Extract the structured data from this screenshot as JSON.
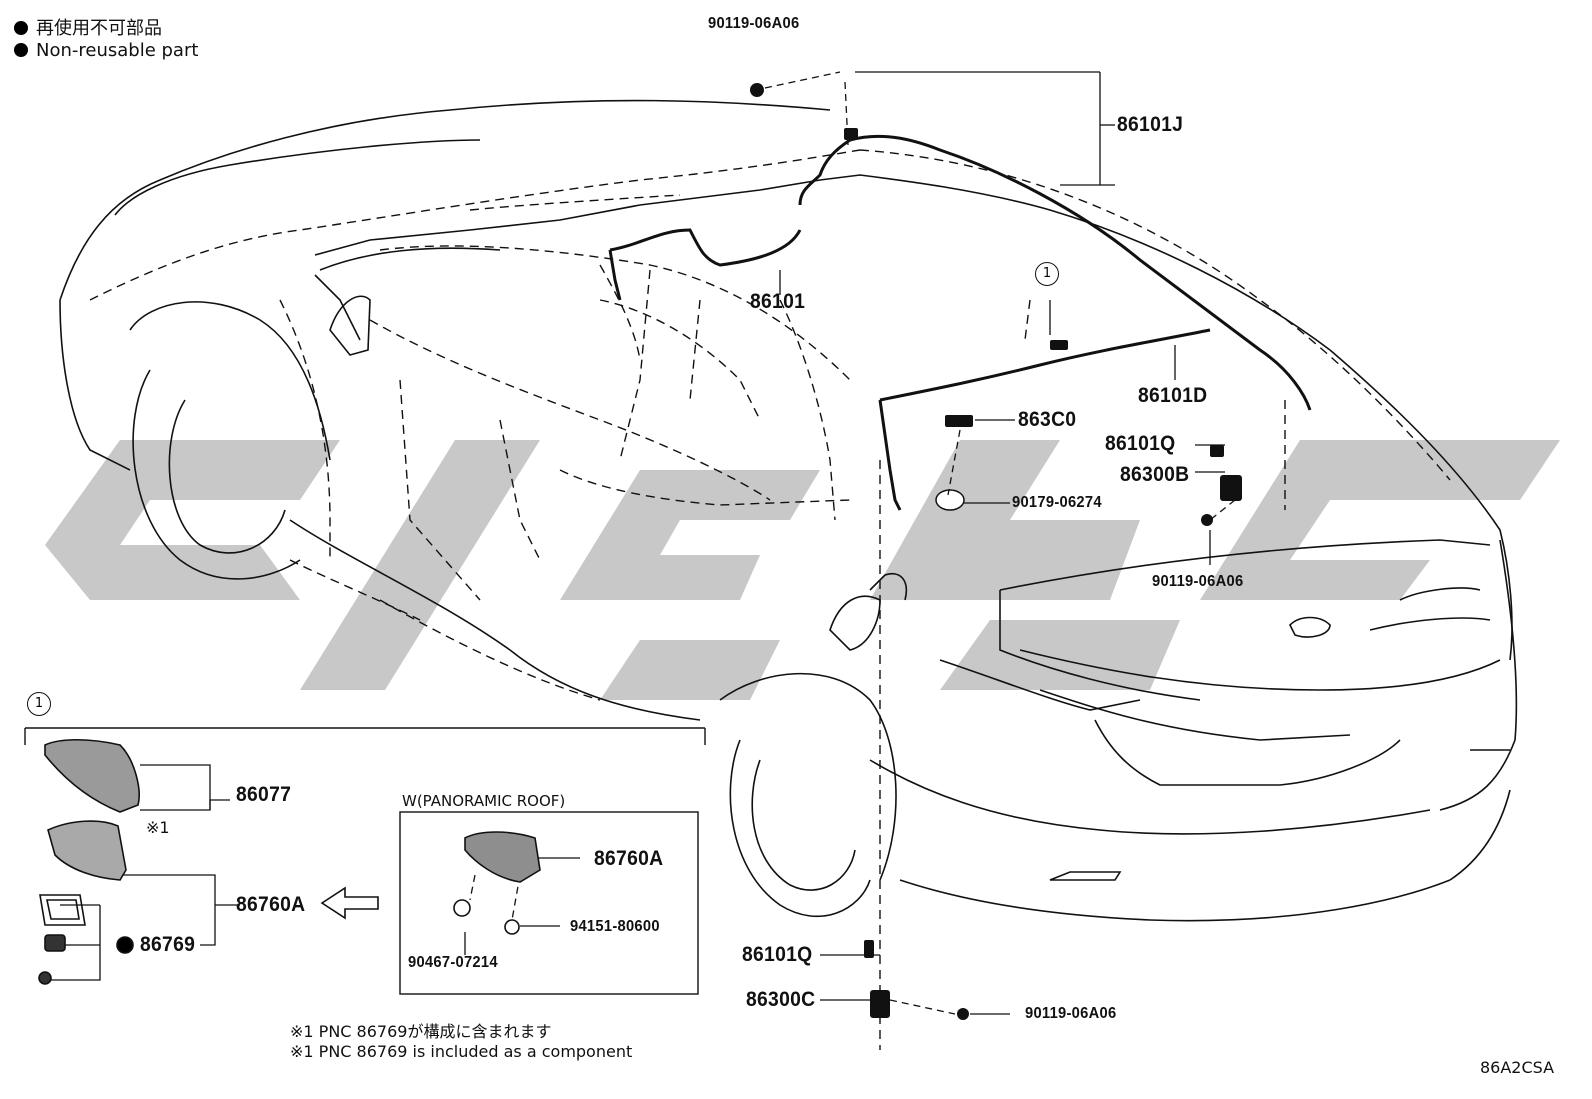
{
  "legend": {
    "jp": "再使用不可部品",
    "en": "Non-reusable part"
  },
  "parts": {
    "p_90119_top": "90119-06A06",
    "p_86101J": "86101J",
    "p_86101": "86101",
    "p_86101D": "86101D",
    "p_863C0": "863C0",
    "p_86101Q_right": "86101Q",
    "p_86300B": "86300B",
    "p_90179": "90179-06274",
    "p_90119_mid": "90119-06A06",
    "p_86077": "86077",
    "p_86760A_left": "86760A",
    "p_86769": "86769",
    "p_86760A_box": "86760A",
    "p_94151": "94151-80600",
    "p_90467": "90467-07214",
    "p_86101Q_bottom": "86101Q",
    "p_86300C": "86300C",
    "p_90119_bottom": "90119-06A06"
  },
  "callout_number": "1",
  "note_mark": "※1",
  "box_title": "W(PANORAMIC ROOF)",
  "notes": {
    "jp": "※1 PNC 86769が構成に含まれます",
    "en": "※1 PNC 86769 is included as a component"
  },
  "drawing_code": "86A2CSA"
}
